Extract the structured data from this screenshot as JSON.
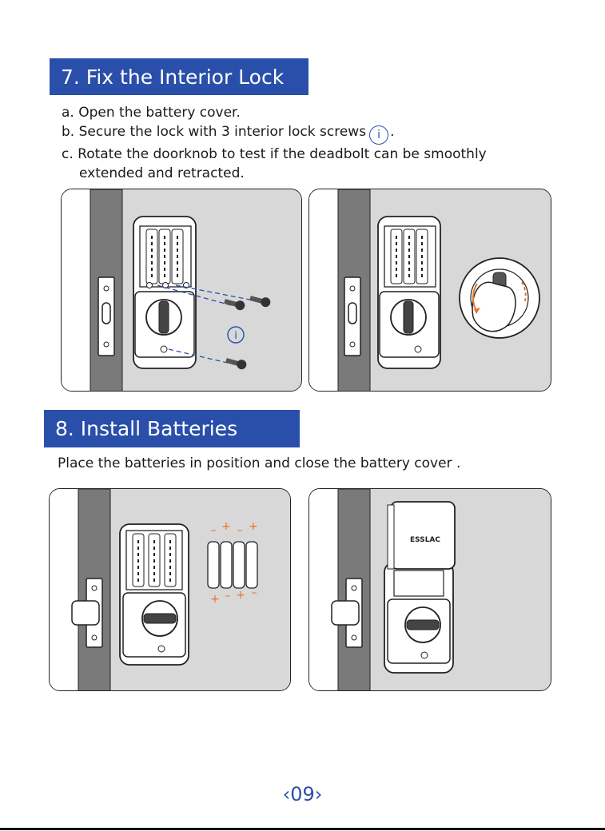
{
  "section7": {
    "title": "7. Fix the Interior Lock",
    "steps": {
      "a": "a. Open the battery cover.",
      "b_before": "b. Secure the lock with 3 interior lock screws",
      "b_icon": "i",
      "b_after": ".",
      "c_line1": "c. Rotate the doorknob to test if the deadbolt can be smoothly",
      "c_line2": "extended and retracted."
    },
    "figure_icon": "i"
  },
  "section8": {
    "title": "8. Install Batteries",
    "instruction": "Place the batteries in position and close the battery cover .",
    "polarity_top": [
      "–",
      "+",
      "–",
      "+"
    ],
    "polarity_bottom": [
      "+",
      "–",
      "+",
      "–"
    ],
    "cover_brand": "ESSLAC"
  },
  "page_number": "‹09›",
  "colors": {
    "accent_blue": "#2a4faa",
    "polarity_orange": "#e8742a",
    "door_edge": "#7a7a7a",
    "panel_bg": "#d8d8d8"
  }
}
